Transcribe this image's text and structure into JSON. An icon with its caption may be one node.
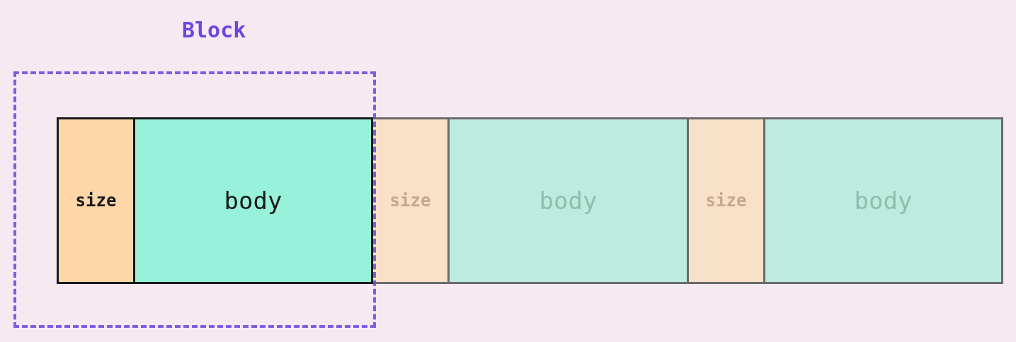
{
  "diagram": {
    "nodes": [
      {
        "text": [
          "Block"
        ]
      },
      {
        "text": [
          "size"
        ],
        "in": 0
      },
      {
        "text": [
          "body"
        ],
        "in": 0
      },
      {
        "text": [
          "size"
        ]
      },
      {
        "text": [
          "body"
        ]
      },
      {
        "text": [
          "size"
        ]
      },
      {
        "text": [
          "body"
        ]
      }
    ]
  }
}
